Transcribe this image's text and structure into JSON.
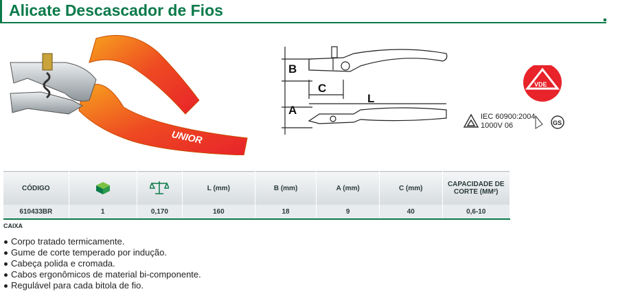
{
  "title": "Alicate Descascador de Fios",
  "brand_mark": "UNIOR",
  "drawing_labels": {
    "b": "B",
    "c": "C",
    "a": "A",
    "l": "L"
  },
  "certification": {
    "standard": "IEC  60900:2004",
    "voltage": "1000V  06",
    "badge": "VDE",
    "gs_mark": "GS"
  },
  "table": {
    "headers": [
      "CÓDIGO",
      "",
      "",
      "L (mm)",
      "B (mm)",
      "A (mm)",
      "C (mm)",
      "CAPACIDADE DE CORTE (MM²)"
    ],
    "header_icons": [
      "",
      "box-icon",
      "scale-icon",
      "",
      "",
      "",
      "",
      ""
    ],
    "row": [
      "610433BR",
      "1",
      "0,170",
      "160",
      "18",
      "9",
      "40",
      "0,6-10"
    ],
    "footer_label": "CAIXA"
  },
  "features": [
    "Corpo tratado termicamente.",
    "Gume de corte temperado por indução.",
    "Cabeça polida e cromada.",
    "Cabos ergonômicos de material bi-componente.",
    "Regulável para cada bitola de fio."
  ],
  "colors": {
    "accent": "#0a7a4a",
    "handle_red": "#e8232a",
    "handle_orange": "#f7931e"
  }
}
